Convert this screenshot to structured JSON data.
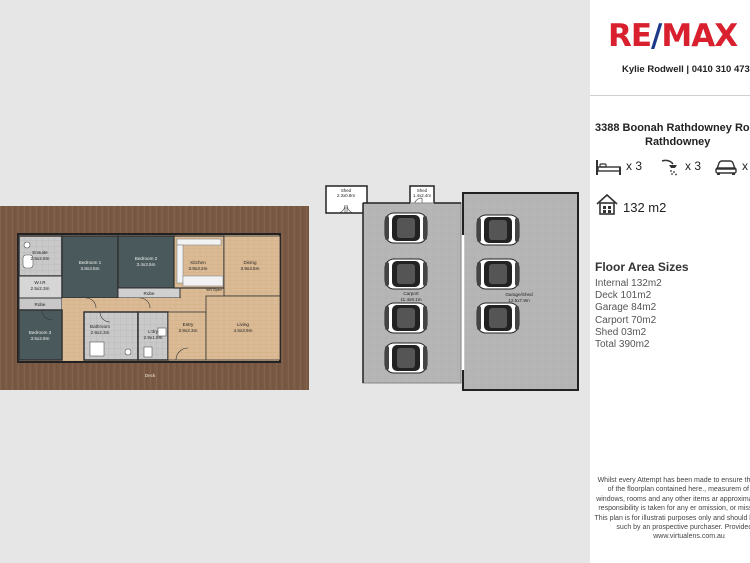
{
  "panel": {
    "brand": {
      "left": "RE",
      "slash": "/",
      "right": "MAX"
    },
    "agent": "Kylie Rodwell | 0410 310 473",
    "address_line1": "3388 Boonah Rathdowney Ro",
    "address_line2": "Rathdowney",
    "features": [
      {
        "icon": "bed-icon",
        "value": "x 3"
      },
      {
        "icon": "shower-icon",
        "value": "x 3"
      },
      {
        "icon": "car-icon",
        "value": "x"
      }
    ],
    "area": {
      "icon": "house-icon",
      "value": "132 m2"
    },
    "floor_area_title": "Floor Area Sizes",
    "floor_areas": [
      "Internal 132m2",
      "Deck 101m2",
      "Garage 84m2",
      "Carport 70m2",
      "Shed 03m2",
      "Total 390m2"
    ],
    "disclaimer": "Whilst every Attempt has been made to ensure th accuracy of the floorplan contained here., measurem of doors, windows, rooms and any other items ar approximate and no responsibility is taken for any er omission, or misstatement This plan is for illustrati purposes only and should be used as such by an prospective purchaser. Provided by www.virtualens.com.au"
  },
  "plan": {
    "rooms": [
      {
        "id": "ensuite",
        "name": "Ensuite",
        "size": "2.5x2.8m"
      },
      {
        "id": "bedroom1",
        "name": "Bedroom 1",
        "size": "3.8x3.5m"
      },
      {
        "id": "bedroom2",
        "name": "Bedroom 2",
        "size": "3.4x3.5m"
      },
      {
        "id": "kitchen",
        "name": "Kitchen",
        "size": "3.8x3.2m"
      },
      {
        "id": "dining",
        "name": "Dining",
        "size": "3.9x3.5m"
      },
      {
        "id": "wir",
        "name": "W.I.R",
        "size": "2.5x2.3m"
      },
      {
        "id": "robe1",
        "name": "Robe",
        "size": ""
      },
      {
        "id": "robe2",
        "name": "Robe",
        "size": ""
      },
      {
        "id": "bedroom3",
        "name": "Bedroom 3",
        "size": "3.5x2.9m"
      },
      {
        "id": "bathroom",
        "name": "Bathroom",
        "size": "2.9x2.3m"
      },
      {
        "id": "ldry",
        "name": "L'dry",
        "size": "2.9x1.9m"
      },
      {
        "id": "entry",
        "name": "Entry",
        "size": "3.9x2.3m"
      },
      {
        "id": "living",
        "name": "Living",
        "size": "4.5x3.9m"
      },
      {
        "id": "carport",
        "name": "Carport",
        "size": "11.4x6.1m"
      },
      {
        "id": "garage",
        "name": "Garage/Shed",
        "size": "12.5x7.9m"
      },
      {
        "id": "shed1",
        "name": "Shed",
        "size": "2.3x0.8m"
      },
      {
        "id": "shed2",
        "name": "Shed",
        "size": "1.4x2.4m"
      }
    ],
    "deck_label": "Deck",
    "wir_open_label": "W/I Open"
  },
  "colors": {
    "brand_red": "#d8202f",
    "brand_blue": "#1d3a8a",
    "deck": "#7a5a44",
    "bedroom_floor": "#4a5a5c",
    "wood_floor": "#d8b995",
    "slab": "#b8b8b8"
  }
}
